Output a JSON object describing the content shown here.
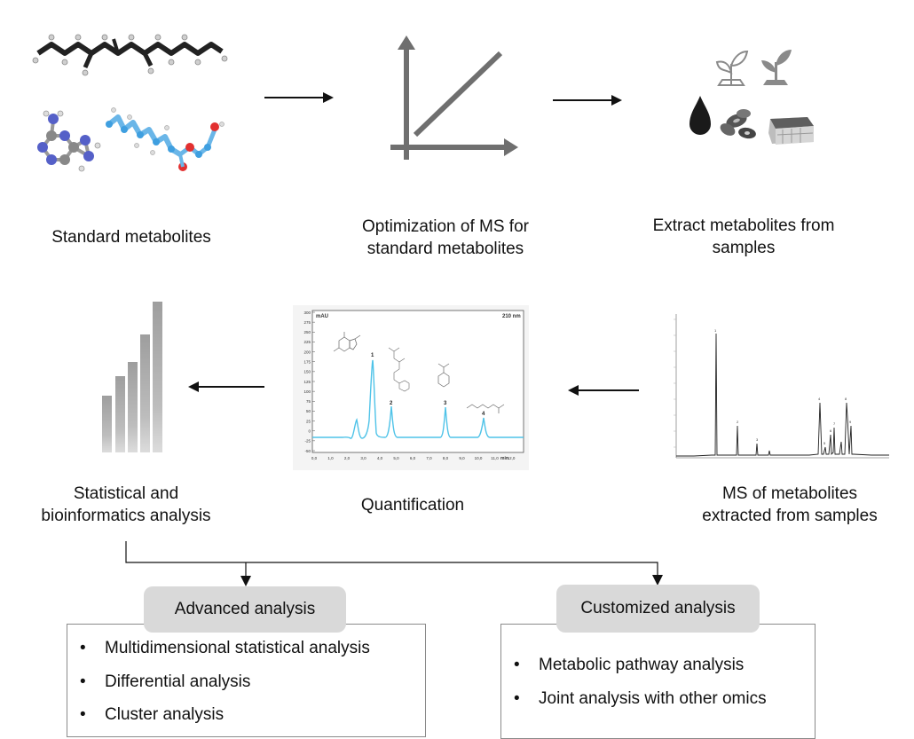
{
  "steps": {
    "standard": "Standard metabolites",
    "optimization_line1": "Optimization of MS for",
    "optimization_line2": "standard metabolites",
    "extract_line1": "Extract metabolites from",
    "extract_line2": "samples",
    "statistical_line1": "Statistical and",
    "statistical_line2": "bioinformatics analysis",
    "quantification": "Quantification",
    "ms_line1": "MS of metabolites",
    "ms_line2": "extracted from samples"
  },
  "advanced": {
    "title": "Advanced analysis",
    "items": [
      "Multidimensional statistical analysis",
      "Differential analysis",
      "Cluster analysis"
    ]
  },
  "customized": {
    "title": "Customized analysis",
    "items": [
      "Metabolic pathway analysis",
      "Joint analysis with other omics"
    ]
  },
  "bullet": "•",
  "chromatogram": {
    "y_unit": "mAU",
    "wavelength": "210 nm",
    "x_unit": "min",
    "y_ticks": [
      "300",
      "275",
      "250",
      "225",
      "200",
      "175",
      "150",
      "125",
      "100",
      "75",
      "50",
      "25",
      "0",
      "-25",
      "-50"
    ],
    "x_ticks": [
      "0,0",
      "1,0",
      "2,0",
      "3,0",
      "4,0",
      "5,0",
      "6,0",
      "7,0",
      "8,0",
      "9,0",
      "10,0",
      "11,0",
      "12,0"
    ],
    "peak_labels": [
      "1",
      "2",
      "3",
      "4"
    ]
  },
  "colors": {
    "arrow": "#111111",
    "bars": "#b5b5b5",
    "axis_gray": "#6f6f6f",
    "trace": "#4fc3e8",
    "pill_bg": "#d9d9d9"
  }
}
